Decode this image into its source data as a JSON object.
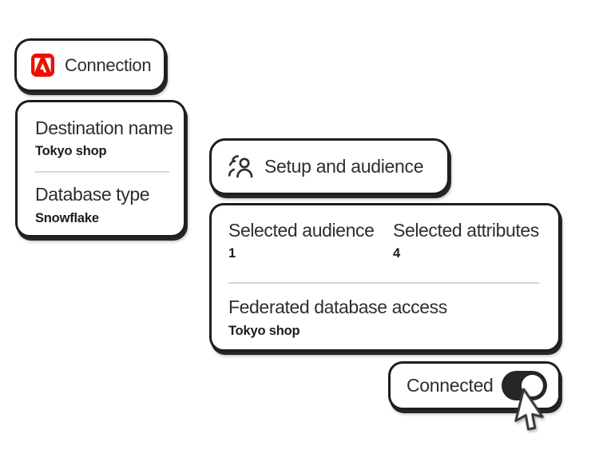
{
  "colors": {
    "adobe_red": "#EB1000",
    "border": "#1E1E1E",
    "text": "#2E2E2E",
    "divider": "#D6D6D6",
    "toggle_on": "#262626"
  },
  "cards": {
    "connection": {
      "label": "Connection",
      "icon": "adobe-logo-icon"
    },
    "details": {
      "fields": [
        {
          "label": "Destination name",
          "value": "Tokyo shop"
        },
        {
          "label": "Database type",
          "value": "Snowflake"
        }
      ]
    },
    "setup": {
      "label": "Setup and audience",
      "icon": "audience-people-icon"
    },
    "summary": {
      "stats": [
        {
          "label": "Selected audience",
          "value": "1"
        },
        {
          "label": "Selected attributes",
          "value": "4"
        }
      ],
      "field": {
        "label": "Federated database access",
        "value": "Tokyo shop"
      }
    },
    "connected": {
      "label": "Connected",
      "toggle_state": "on"
    }
  },
  "cursor": {
    "icon": "arrow-pointer"
  }
}
